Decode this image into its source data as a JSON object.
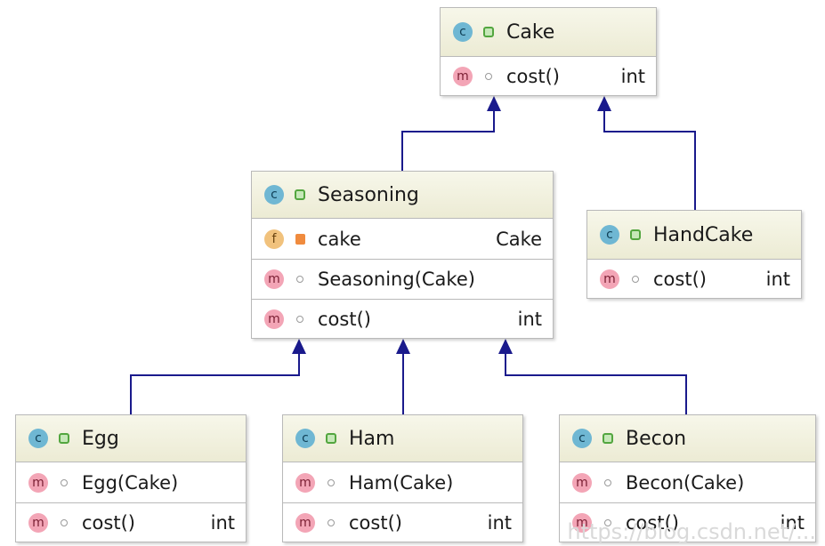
{
  "classes": {
    "cake": {
      "name": "Cake",
      "members": [
        {
          "kind": "m",
          "name": "cost()",
          "type": "int"
        }
      ]
    },
    "seasoning": {
      "name": "Seasoning",
      "members": [
        {
          "kind": "f",
          "name": "cake",
          "type": "Cake"
        },
        {
          "kind": "m",
          "name": "Seasoning(Cake)",
          "type": ""
        },
        {
          "kind": "m",
          "name": "cost()",
          "type": "int"
        }
      ]
    },
    "handcake": {
      "name": "HandCake",
      "members": [
        {
          "kind": "m",
          "name": "cost()",
          "type": "int"
        }
      ]
    },
    "egg": {
      "name": "Egg",
      "members": [
        {
          "kind": "m",
          "name": "Egg(Cake)",
          "type": ""
        },
        {
          "kind": "m",
          "name": "cost()",
          "type": "int"
        }
      ]
    },
    "ham": {
      "name": "Ham",
      "members": [
        {
          "kind": "m",
          "name": "Ham(Cake)",
          "type": ""
        },
        {
          "kind": "m",
          "name": "cost()",
          "type": "int"
        }
      ]
    },
    "becon": {
      "name": "Becon",
      "members": [
        {
          "kind": "m",
          "name": "Becon(Cake)",
          "type": ""
        },
        {
          "kind": "m",
          "name": "cost()",
          "type": "int"
        }
      ]
    }
  },
  "badges": {
    "class": "c",
    "method": "m",
    "field": "f"
  },
  "colors": {
    "edge": "#1a1a8c",
    "header": "#efeed9",
    "border": "#b9b9b9"
  },
  "watermark": "https://blog.csdn.net/..."
}
